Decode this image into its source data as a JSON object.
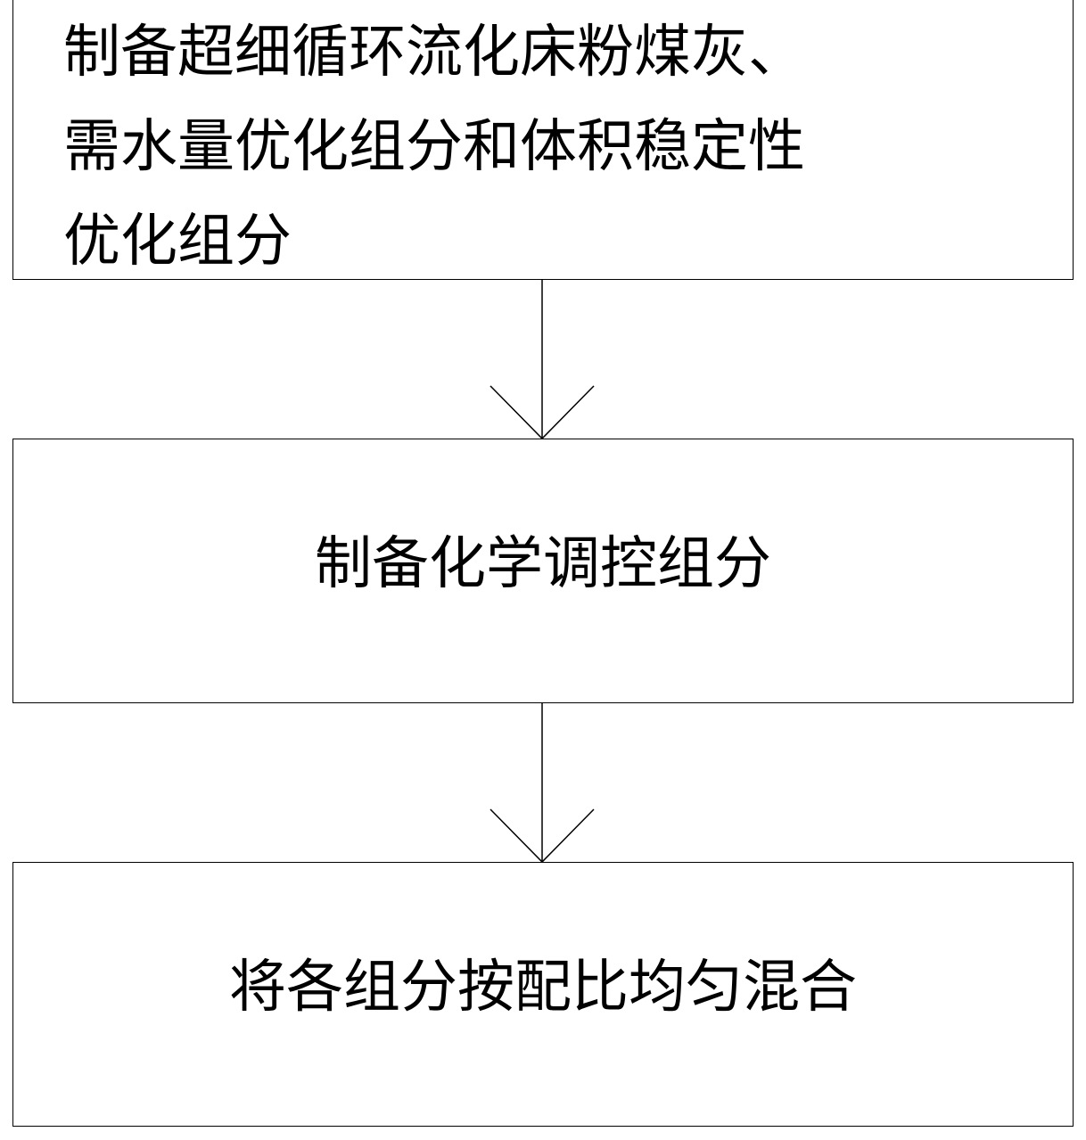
{
  "steps": [
    {
      "lines": [
        "制备超细循环流化床粉煤灰、",
        "需水量优化组分和体积稳定性",
        "优化组分"
      ]
    },
    {
      "text": "制备化学调控组分"
    },
    {
      "text": "将各组分按配比均匀混合"
    }
  ],
  "colors": {
    "stroke": "#000000",
    "background": "#ffffff"
  }
}
